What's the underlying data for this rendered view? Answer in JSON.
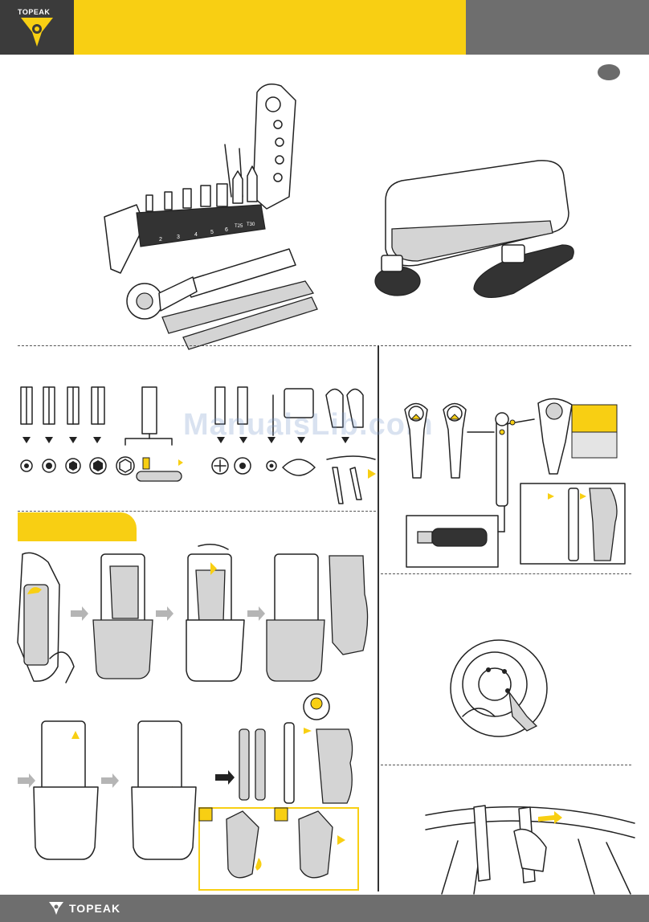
{
  "header": {
    "brand_small": "TOPEAK",
    "logo_icon": "topeak-tripod-logo-icon",
    "colors": {
      "yellow": "#f8cf13",
      "dark": "#3b3b3b",
      "gray": "#6e6e6e"
    }
  },
  "diagram": {
    "bit_numbers": [
      "2",
      "3",
      "4",
      "5",
      "6",
      "T25",
      "T30"
    ]
  },
  "watermark": "ManualsLib.com",
  "footer": {
    "brand": "TOPEAK",
    "logo_icon": "topeak-tripod-logo-icon"
  }
}
